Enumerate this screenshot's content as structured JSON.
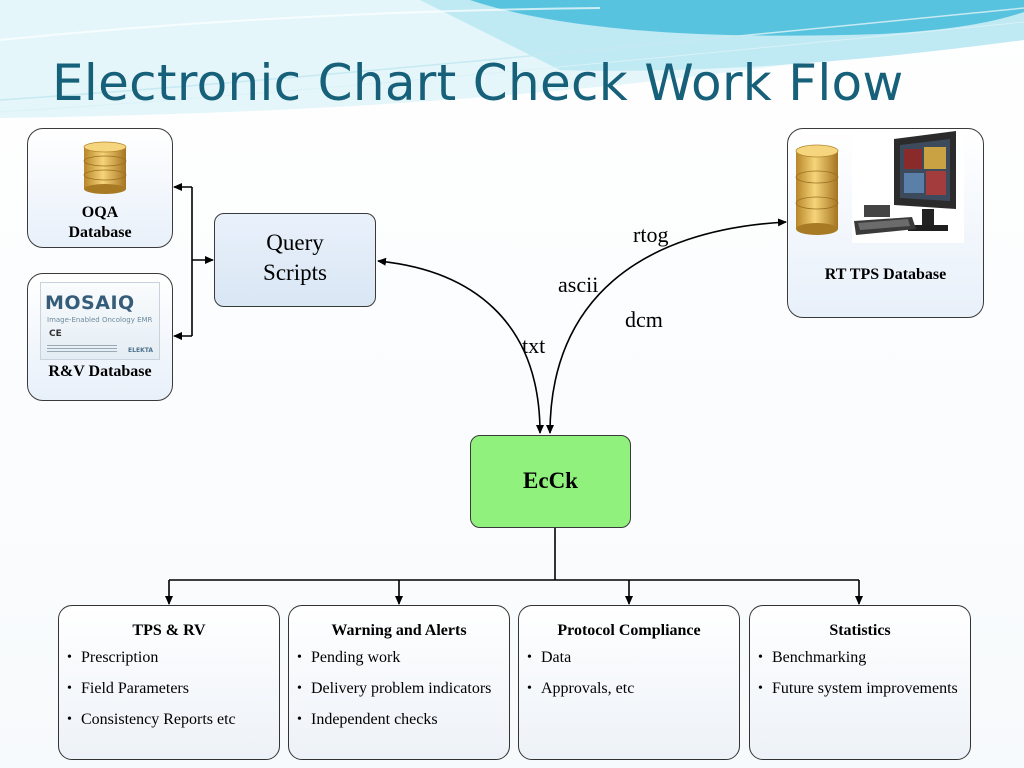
{
  "title": "Electronic Chart Check Work Flow",
  "sources": {
    "oqa": {
      "label_line1": "OQA",
      "label_line2": "Database",
      "icon": "database-icon"
    },
    "rv": {
      "label": "R&V Database",
      "icon": "mosaiq-logo",
      "logo_word": "MOSAIQ",
      "logo_tagline": "Image-Enabled Oncology EMR",
      "logo_mark": "CE",
      "logo_brand": "ELEKTA"
    },
    "rt_tps": {
      "label": "RT TPS Database",
      "icons": [
        "database-icon",
        "workstation-icon"
      ]
    }
  },
  "query_scripts": {
    "line1": "Query",
    "line2": "Scripts"
  },
  "center": {
    "label": "EcCk"
  },
  "connector_labels": {
    "txt": "txt",
    "ascii": "ascii",
    "rtog": "rtog",
    "dcm": "dcm"
  },
  "outputs": [
    {
      "title": "TPS & RV",
      "items": [
        "Prescription",
        "Field Parameters",
        "Consistency Reports etc"
      ]
    },
    {
      "title": "Warning and Alerts",
      "items": [
        "Pending work",
        "Delivery problem indicators",
        "Independent checks"
      ]
    },
    {
      "title": "Protocol Compliance",
      "items": [
        "Data",
        "Approvals, etc"
      ]
    },
    {
      "title": "Statistics",
      "items": [
        "Benchmarking",
        "Future system improvements"
      ]
    }
  ],
  "colors": {
    "title": "#17607a",
    "center_fill": "#90f17c",
    "box_border": "#3a3a3a",
    "header_wave_light": "#cfeef6",
    "header_wave_mid": "#8fd8ea",
    "header_wave_dark": "#3eb6d6"
  }
}
